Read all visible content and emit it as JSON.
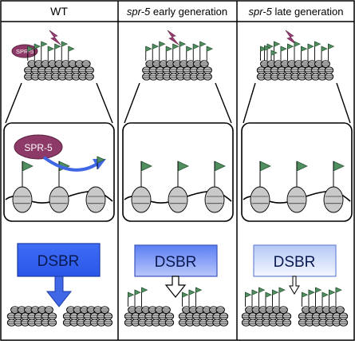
{
  "panels": [
    {
      "header_prefix": "",
      "header_text": "WT",
      "box_text": "SPR-5",
      "small_label": "SPR-5",
      "dsbr_label": "DSBR",
      "dsbr_fill": "#2f5ff2",
      "flag_count_top": 7,
      "flag_count_bottom": 0
    },
    {
      "header_prefix": "spr-5",
      "header_text": " early generation",
      "box_text": "",
      "small_label": "",
      "dsbr_label": "DSBR",
      "dsbr_fill": "#6f8cf2",
      "flag_count_top": 10,
      "flag_count_bottom": 6
    },
    {
      "header_prefix": "spr-5",
      "header_text": " late generation",
      "box_text": "",
      "small_label": "",
      "dsbr_label": "DSBR",
      "dsbr_fill": "#c3d3f8",
      "flag_count_top": 13,
      "flag_count_bottom": 12
    }
  ],
  "colors": {
    "nucleosome": "#c9c9c9",
    "flag": "#4f8f5f",
    "spr5": "#8e3a68",
    "bolt": "#9e3b74",
    "curve_arrow": "#3f67e6"
  }
}
